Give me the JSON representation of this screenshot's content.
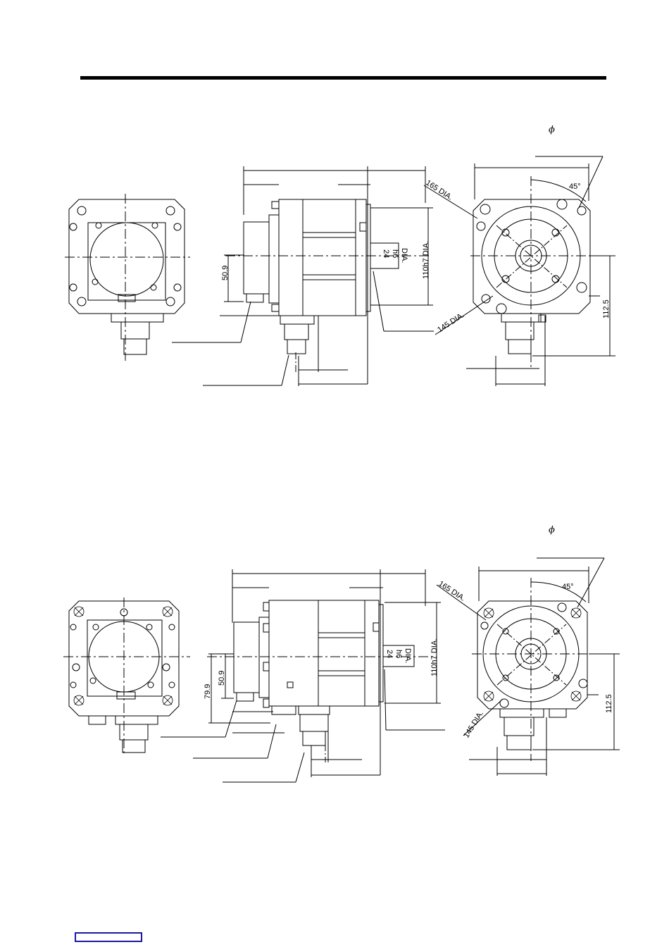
{
  "symbols": {
    "phi": "ϕ"
  },
  "drawing1": {
    "flange_dia": "165 DIA.",
    "angle": "45°",
    "shaft_line1": "24",
    "shaft_line2": "h6",
    "shaft_line3": "DIA.",
    "pilot_dia": "110h7 DIA.",
    "pcd_dia": "145 DIA.",
    "height_dim": "112.5",
    "connector_dim": "50.9"
  },
  "drawing2": {
    "flange_dia": "165 DIA.",
    "angle": "45°",
    "shaft_line1": "24",
    "shaft_line2": "h6",
    "shaft_line3": "DIA.",
    "pilot_dia": "110h7 DIA.",
    "pcd_dia": "145 DIA.",
    "height_dim": "112.5",
    "connector_dim_a": "79.9",
    "connector_dim_b": "50.9"
  },
  "colors": {
    "line": "#000000",
    "page_box": "#1a1aa0"
  }
}
